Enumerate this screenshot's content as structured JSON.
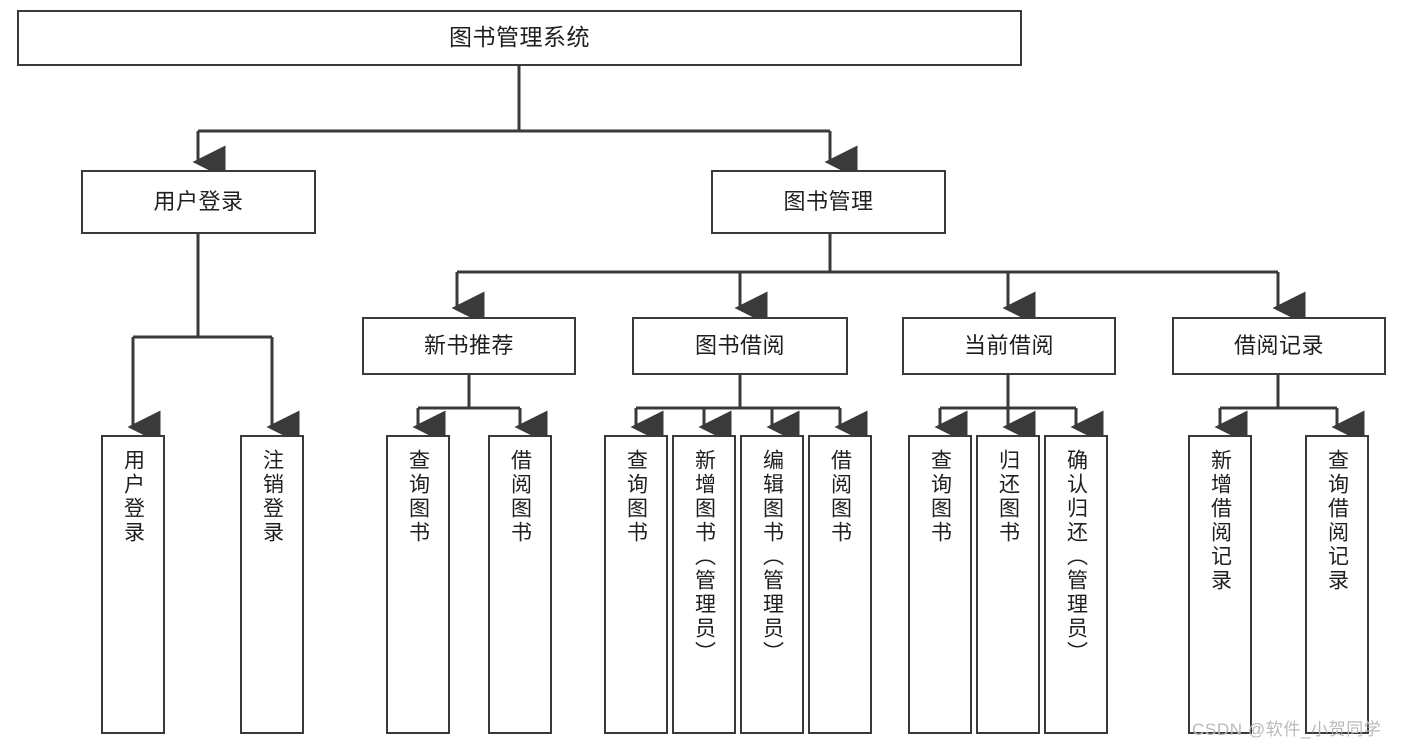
{
  "diagram": {
    "type": "tree-hierarchy",
    "title": "图书管理系统",
    "watermark": "CSDN @软件_小贺同学",
    "colors": {
      "box_border": "#3a3a3a",
      "box_fill": "#ffffff",
      "connector": "#3a3a3a",
      "text": "#1f1f1f",
      "background": "#ffffff",
      "watermark": "#b9b9b9"
    },
    "levels": {
      "root": {
        "label": "图书管理系统"
      },
      "level1": [
        {
          "label": "用户登录"
        },
        {
          "label": "图书管理"
        }
      ],
      "level2": [
        {
          "label": "新书推荐"
        },
        {
          "label": "图书借阅"
        },
        {
          "label": "当前借阅"
        },
        {
          "label": "借阅记录"
        }
      ],
      "leaves": {
        "user_login": [
          {
            "label": "用户登录"
          },
          {
            "label": "注销登录"
          }
        ],
        "new_book_recommend": [
          {
            "label": "查询图书"
          },
          {
            "label": "借阅图书"
          }
        ],
        "book_borrow": [
          {
            "label": "查询图书"
          },
          {
            "label": "新增图书（管理员）"
          },
          {
            "label": "编辑图书（管理员）"
          },
          {
            "label": "借阅图书"
          }
        ],
        "current_borrow": [
          {
            "label": "查询图书"
          },
          {
            "label": "归还图书"
          },
          {
            "label": "确认归还（管理员）"
          }
        ],
        "borrow_record": [
          {
            "label": "新增借阅记录"
          },
          {
            "label": "查询借阅记录"
          }
        ]
      }
    }
  }
}
